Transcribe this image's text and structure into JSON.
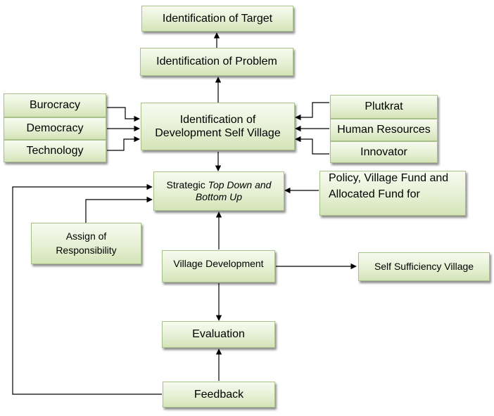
{
  "nodes": {
    "identification_target": "Identification of Target",
    "identification_problem": "Identification of Problem",
    "identification_development": [
      "Identification of",
      "Development Self Village"
    ],
    "burocracy": "Burocracy",
    "democracy": "Democracy",
    "technology": "Technology",
    "plutkrat": "Plutkrat",
    "human_resources": "Human Resources",
    "innovator": "Innovator",
    "strategic": {
      "prefix": "Strategic ",
      "italic_1": "Top Down and",
      "italic_2": "Bottom Up"
    },
    "policy": [
      "Policy, Village Fund and",
      "Allocated Fund for"
    ],
    "assign": [
      "Assign of",
      "Responsibility"
    ],
    "village_development": "Village Development",
    "self_sufficiency": "Self Sufficiency Village",
    "evaluation": "Evaluation",
    "feedback": "Feedback"
  },
  "colors": {
    "box_border": "#a9c08a",
    "box_fill_top": "#f7fbef",
    "box_fill_bottom": "#d4e4b8",
    "line": "#000000"
  }
}
